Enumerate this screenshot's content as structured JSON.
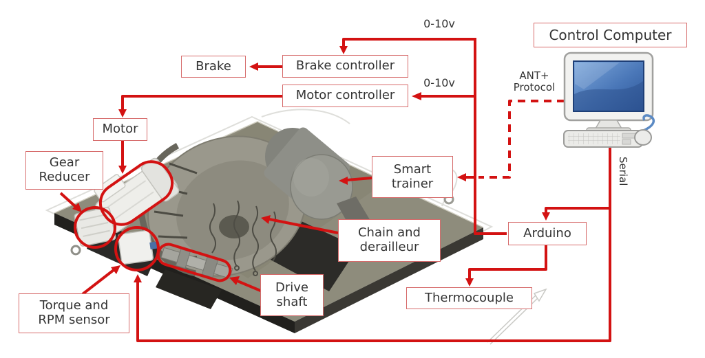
{
  "diagram": {
    "boxes": {
      "control_computer": {
        "label": "Control Computer"
      },
      "brake": {
        "label": "Brake"
      },
      "brake_controller": {
        "label": "Brake controller"
      },
      "motor_controller": {
        "label": "Motor controller"
      },
      "motor": {
        "label": "Motor"
      },
      "gear_reducer": {
        "line1": "Gear",
        "line2": "Reducer"
      },
      "smart_trainer": {
        "line1": "Smart",
        "line2": "trainer"
      },
      "chain_derailleur": {
        "line1": "Chain and",
        "line2": "derailleur"
      },
      "arduino": {
        "label": "Arduino"
      },
      "thermocouple": {
        "label": "Thermocouple"
      },
      "drive_shaft": {
        "line1": "Drive",
        "line2": "shaft"
      },
      "torque_rpm": {
        "line1": "Torque and",
        "line2": "RPM sensor"
      }
    },
    "annotations": {
      "voltage_top": "0-10v",
      "voltage_mid": "0-10v",
      "ant_line1": "ANT+",
      "ant_line2": "Protocol",
      "serial": "Serial"
    },
    "colors": {
      "accent_red": "#d31212",
      "box_border": "#d66a6a",
      "text": "#343434",
      "screen_blue": "#4a77b8"
    }
  }
}
